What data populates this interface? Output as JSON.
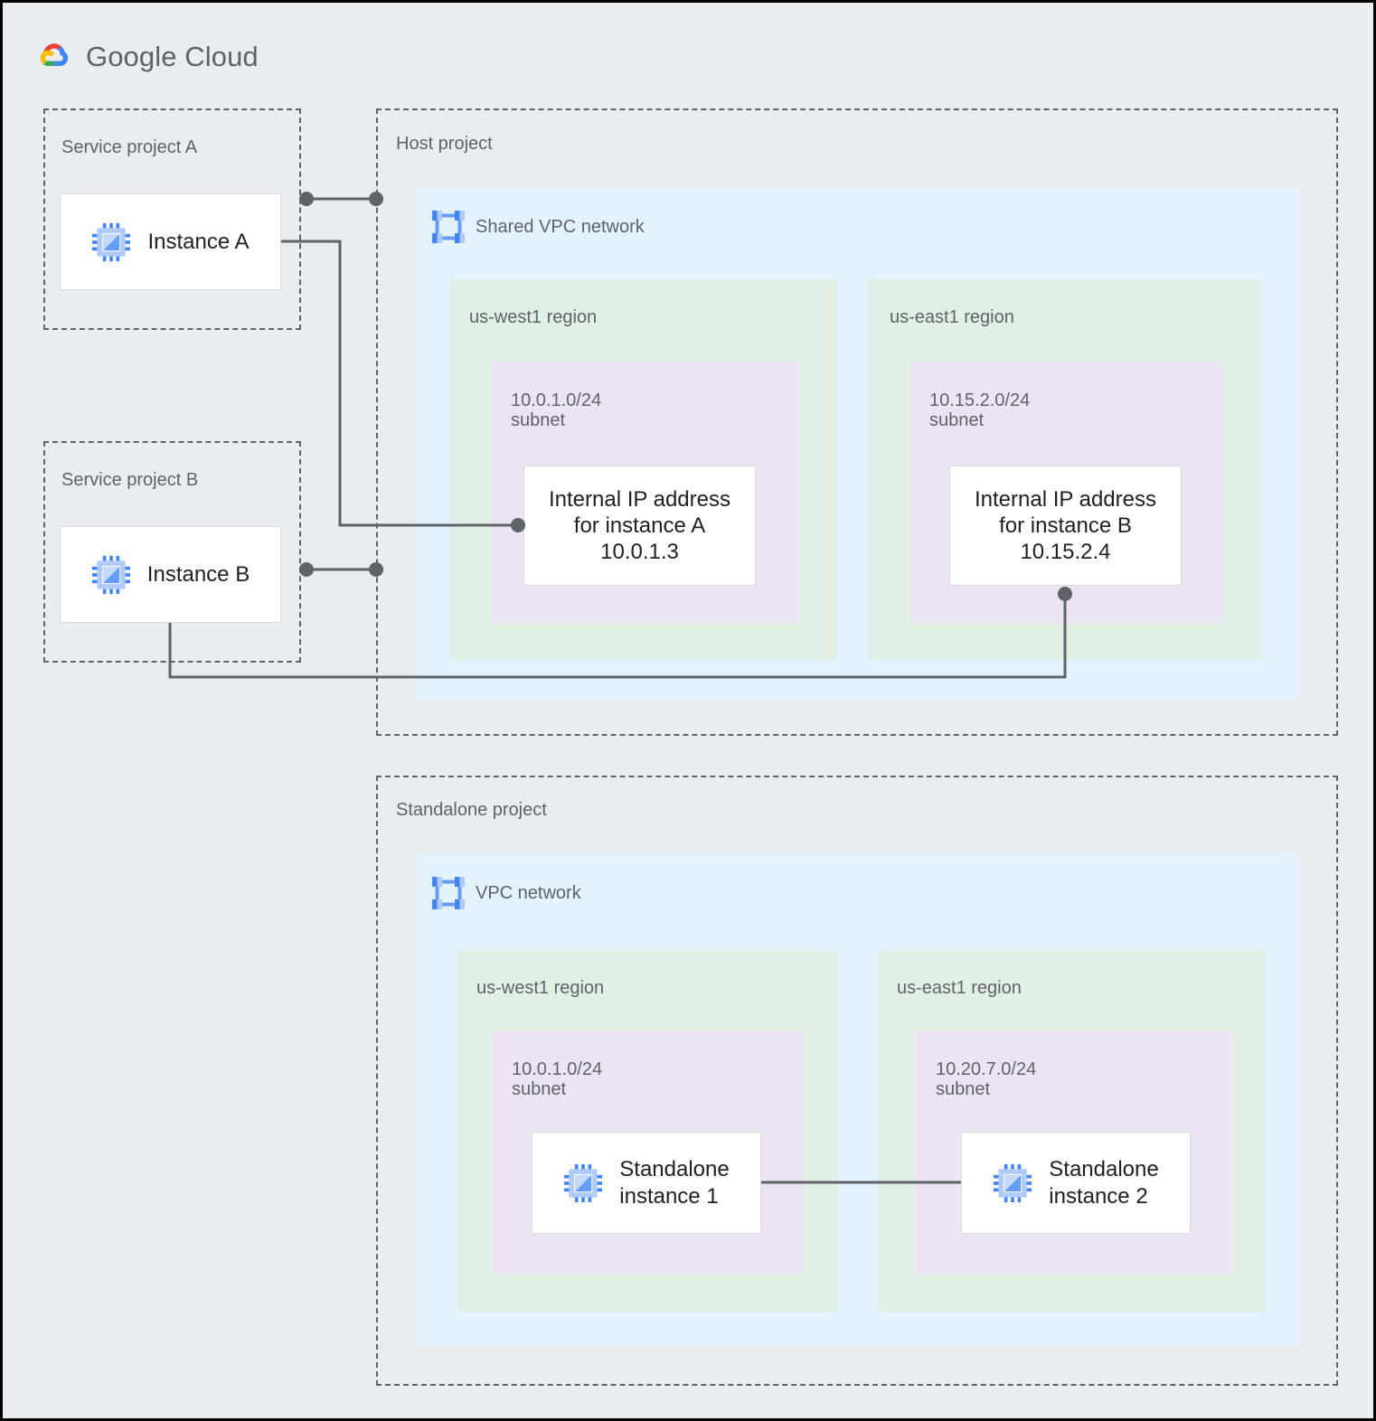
{
  "brand": {
    "name": "Google Cloud",
    "logo_icon": "google-cloud-logo",
    "colors": {
      "red": "#EA4335",
      "yellow": "#FBBC04",
      "green": "#34A853",
      "blue": "#4285F4"
    }
  },
  "palette": {
    "canvas_background": "#e9edef",
    "vpc_panel": "#e3f2fd",
    "region_panel": "#e2efe4",
    "subnet_panel": "#ece4f3",
    "node_card": "#ffffff",
    "label_text": "#5f6368",
    "node_text": "#202124",
    "connector": "#5f6368",
    "icon_blue": "#669df6",
    "icon_blue_light": "#aecbfa"
  },
  "service_project_a": {
    "label": "Service project A",
    "instance": {
      "label": "Instance A",
      "icon": "vm-instance-icon"
    }
  },
  "service_project_b": {
    "label": "Service project B",
    "instance": {
      "label": "Instance B",
      "icon": "vm-instance-icon"
    }
  },
  "host_project": {
    "label": "Host project",
    "network": {
      "label": "Shared VPC network",
      "icon": "vpc-network-icon"
    },
    "regions": [
      {
        "label": "us-west1 region",
        "subnet": {
          "cidr": "10.0.1.0/24",
          "title": "10.0.1.0/24\nsubnet"
        },
        "node": {
          "title": "Internal IP address\nfor instance A\n10.0.1.3",
          "ip": "10.0.1.3"
        }
      },
      {
        "label": "us-east1 region",
        "subnet": {
          "cidr": "10.15.2.0/24",
          "title": "10.15.2.0/24\nsubnet"
        },
        "node": {
          "title": "Internal IP address\nfor instance B\n10.15.2.4",
          "ip": "10.15.2.4"
        }
      }
    ]
  },
  "standalone_project": {
    "label": "Standalone project",
    "network": {
      "label": "VPC network",
      "icon": "vpc-network-icon"
    },
    "regions": [
      {
        "label": "us-west1 region",
        "subnet": {
          "cidr": "10.0.1.0/24",
          "title": "10.0.1.0/24\nsubnet"
        },
        "node": {
          "label": "Standalone\ninstance 1",
          "icon": "vm-instance-icon"
        }
      },
      {
        "label": "us-east1 region",
        "subnet": {
          "cidr": "10.20.7.0/24",
          "title": "10.20.7.0/24\nsubnet"
        },
        "node": {
          "label": "Standalone\ninstance 2",
          "icon": "vm-instance-icon"
        }
      }
    ]
  }
}
